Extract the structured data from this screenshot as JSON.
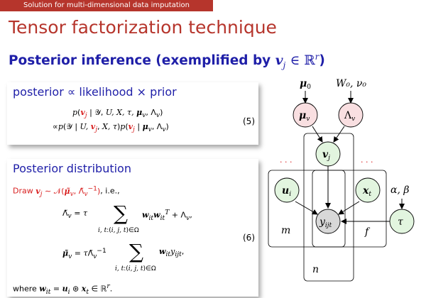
{
  "header": {
    "section": "Solution for multi-dimensional data imputation"
  },
  "slide": {
    "title": "Tensor factorization technique",
    "subtitle_text": "Posterior inference (exemplified by ",
    "subtitle_math": "∈ ℝ"
  },
  "box1": {
    "heading": "posterior ∝ likelihood × prior",
    "eq_line1": "p(v_j | 𝒴, U, X, τ, μ_v, Λ_v)",
    "eq_line2": "∝p(𝒴 | U, v_j, X, τ) p(v_j | μ_v, Λ_v)",
    "eq_number": "(5)"
  },
  "box2": {
    "heading": "Posterior distribution",
    "draw_prefix": "Draw",
    "draw_suffix": ", i.e.,",
    "eq_number": "(6)",
    "where_prefix": "where",
    "where_suffix": "∈ ℝ"
  },
  "graph": {
    "nodes": {
      "mu_v": "μ",
      "lambda_v": "Λ",
      "v_j": "v",
      "u_i": "u",
      "x_t": "x",
      "y_ijt": "y",
      "tau": "τ"
    },
    "hyper": {
      "mu0": "μ",
      "w0nu0": "W₀, ν₀",
      "alpha_beta": "α, β"
    },
    "plates": {
      "m": "m",
      "n": "n",
      "f": "f"
    }
  }
}
